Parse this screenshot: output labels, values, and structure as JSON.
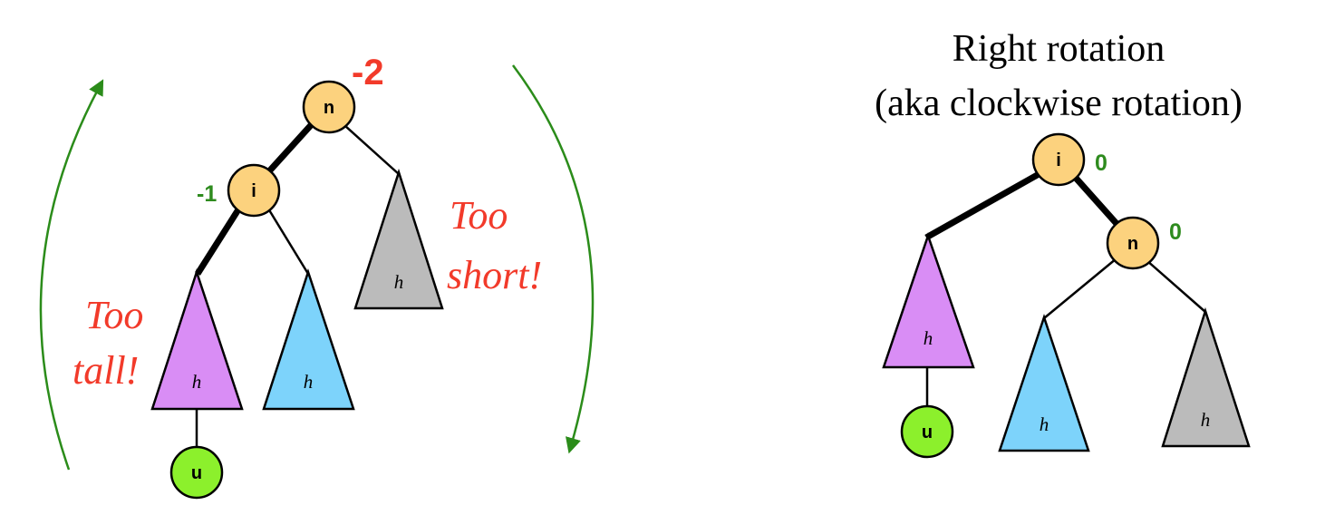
{
  "colors": {
    "node_fill": "#fcd27e",
    "leaf_fill": "#8cf02c",
    "tri_purple": "#d98df5",
    "tri_blue": "#7dd3fb",
    "tri_gray": "#bbbbbb",
    "balance_green": "#2e8b1e",
    "balance_red": "#f23a2a",
    "arrow_green": "#2b8c1a"
  },
  "left": {
    "nodes": {
      "n": "n",
      "i": "i",
      "u": "u"
    },
    "balance": {
      "n": "-2",
      "i": "-1"
    },
    "subtrees": {
      "purple": "h",
      "blue": "h",
      "gray": "h"
    },
    "notes": {
      "too_tall": [
        "Too",
        "tall!"
      ],
      "too_short": [
        "Too",
        "short!"
      ]
    }
  },
  "right": {
    "title_line1": "Right rotation",
    "title_line2": "(aka clockwise rotation)",
    "nodes": {
      "i": "i",
      "n": "n",
      "u": "u"
    },
    "balance": {
      "i": "0",
      "n": "0"
    },
    "subtrees": {
      "purple": "h",
      "blue": "h",
      "gray": "h"
    }
  }
}
